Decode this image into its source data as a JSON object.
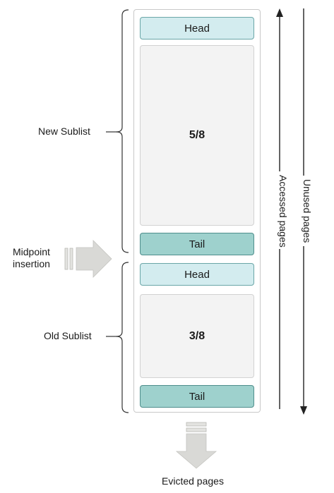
{
  "new_sublist": {
    "label": "New Sublist",
    "head": "Head",
    "body": "5/8",
    "tail": "Tail"
  },
  "old_sublist": {
    "label": "Old Sublist",
    "head": "Head",
    "body": "3/8",
    "tail": "Tail"
  },
  "midpoint_insertion": {
    "line1": "Midpoint",
    "line2": "insertion"
  },
  "evicted_pages": "Evicted pages",
  "accessed_pages": "Accessed pages",
  "unused_pages": "Unused pages",
  "colors": {
    "head_fill": "#d3ecef",
    "tail_fill": "#9ed1cd",
    "body_fill": "#f3f3f3",
    "arrow_gray": "#d9d9d6"
  }
}
